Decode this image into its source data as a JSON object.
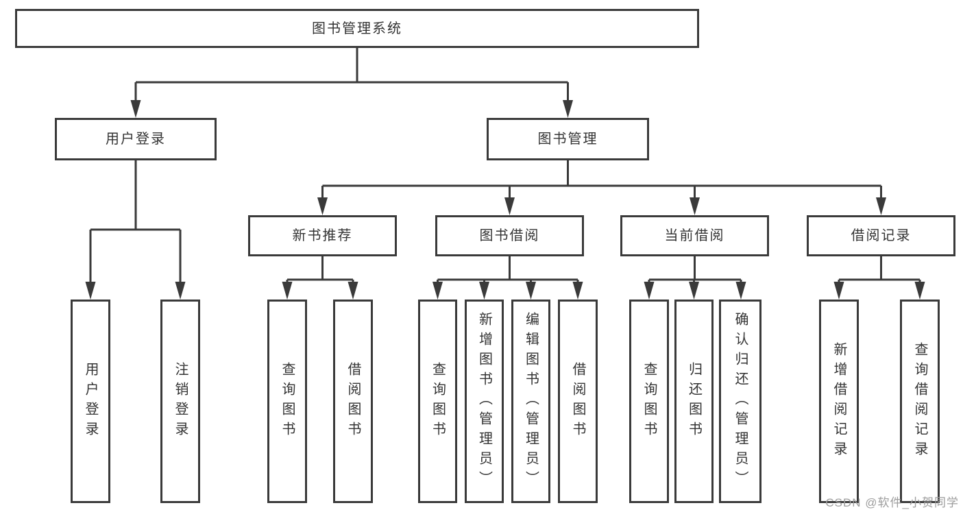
{
  "tree": {
    "root": "图书管理系统",
    "user_login": {
      "label": "用户登录",
      "children": [
        "用户登录",
        "注销登录"
      ]
    },
    "book_management": {
      "label": "图书管理",
      "sections": [
        {
          "label": "新书推荐",
          "children": [
            "查询图书",
            "借阅图书"
          ]
        },
        {
          "label": "图书借阅",
          "children": [
            "查询图书",
            "新增图书（管理员）",
            "编辑图书（管理员）",
            "借阅图书"
          ]
        },
        {
          "label": "当前借阅",
          "children": [
            "查询图书",
            "归还图书",
            "确认归还（管理员）"
          ]
        },
        {
          "label": "借阅记录",
          "children": [
            "新增借阅记录",
            "查询借阅记录"
          ]
        }
      ]
    }
  },
  "watermark": "CSDN @软件_小贺同学",
  "colors": {
    "line": "#3a3a3a",
    "text": "#333333",
    "watermark": "#9d9d9d",
    "background": "#ffffff"
  }
}
